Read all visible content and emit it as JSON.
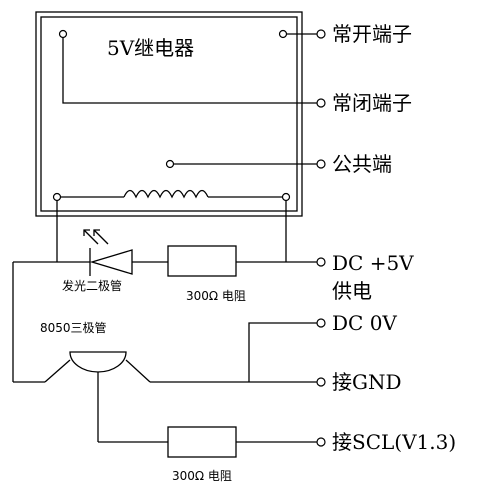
{
  "relay": {
    "title": "5V继电器"
  },
  "terminals": {
    "normally_open": "常开端子",
    "normally_closed": "常闭端子",
    "common": "公共端",
    "dc_plus_line1": "DC +5V",
    "dc_plus_line2": "供电",
    "dc_zero": "DC 0V",
    "gnd": "接GND",
    "scl": "接SCL(V1.3)"
  },
  "components": {
    "diode_label": "发光二极管",
    "resistor_top_label": "300Ω 电阻",
    "transistor_label": "8050三极管",
    "resistor_bottom_label": "300Ω 电阻"
  }
}
